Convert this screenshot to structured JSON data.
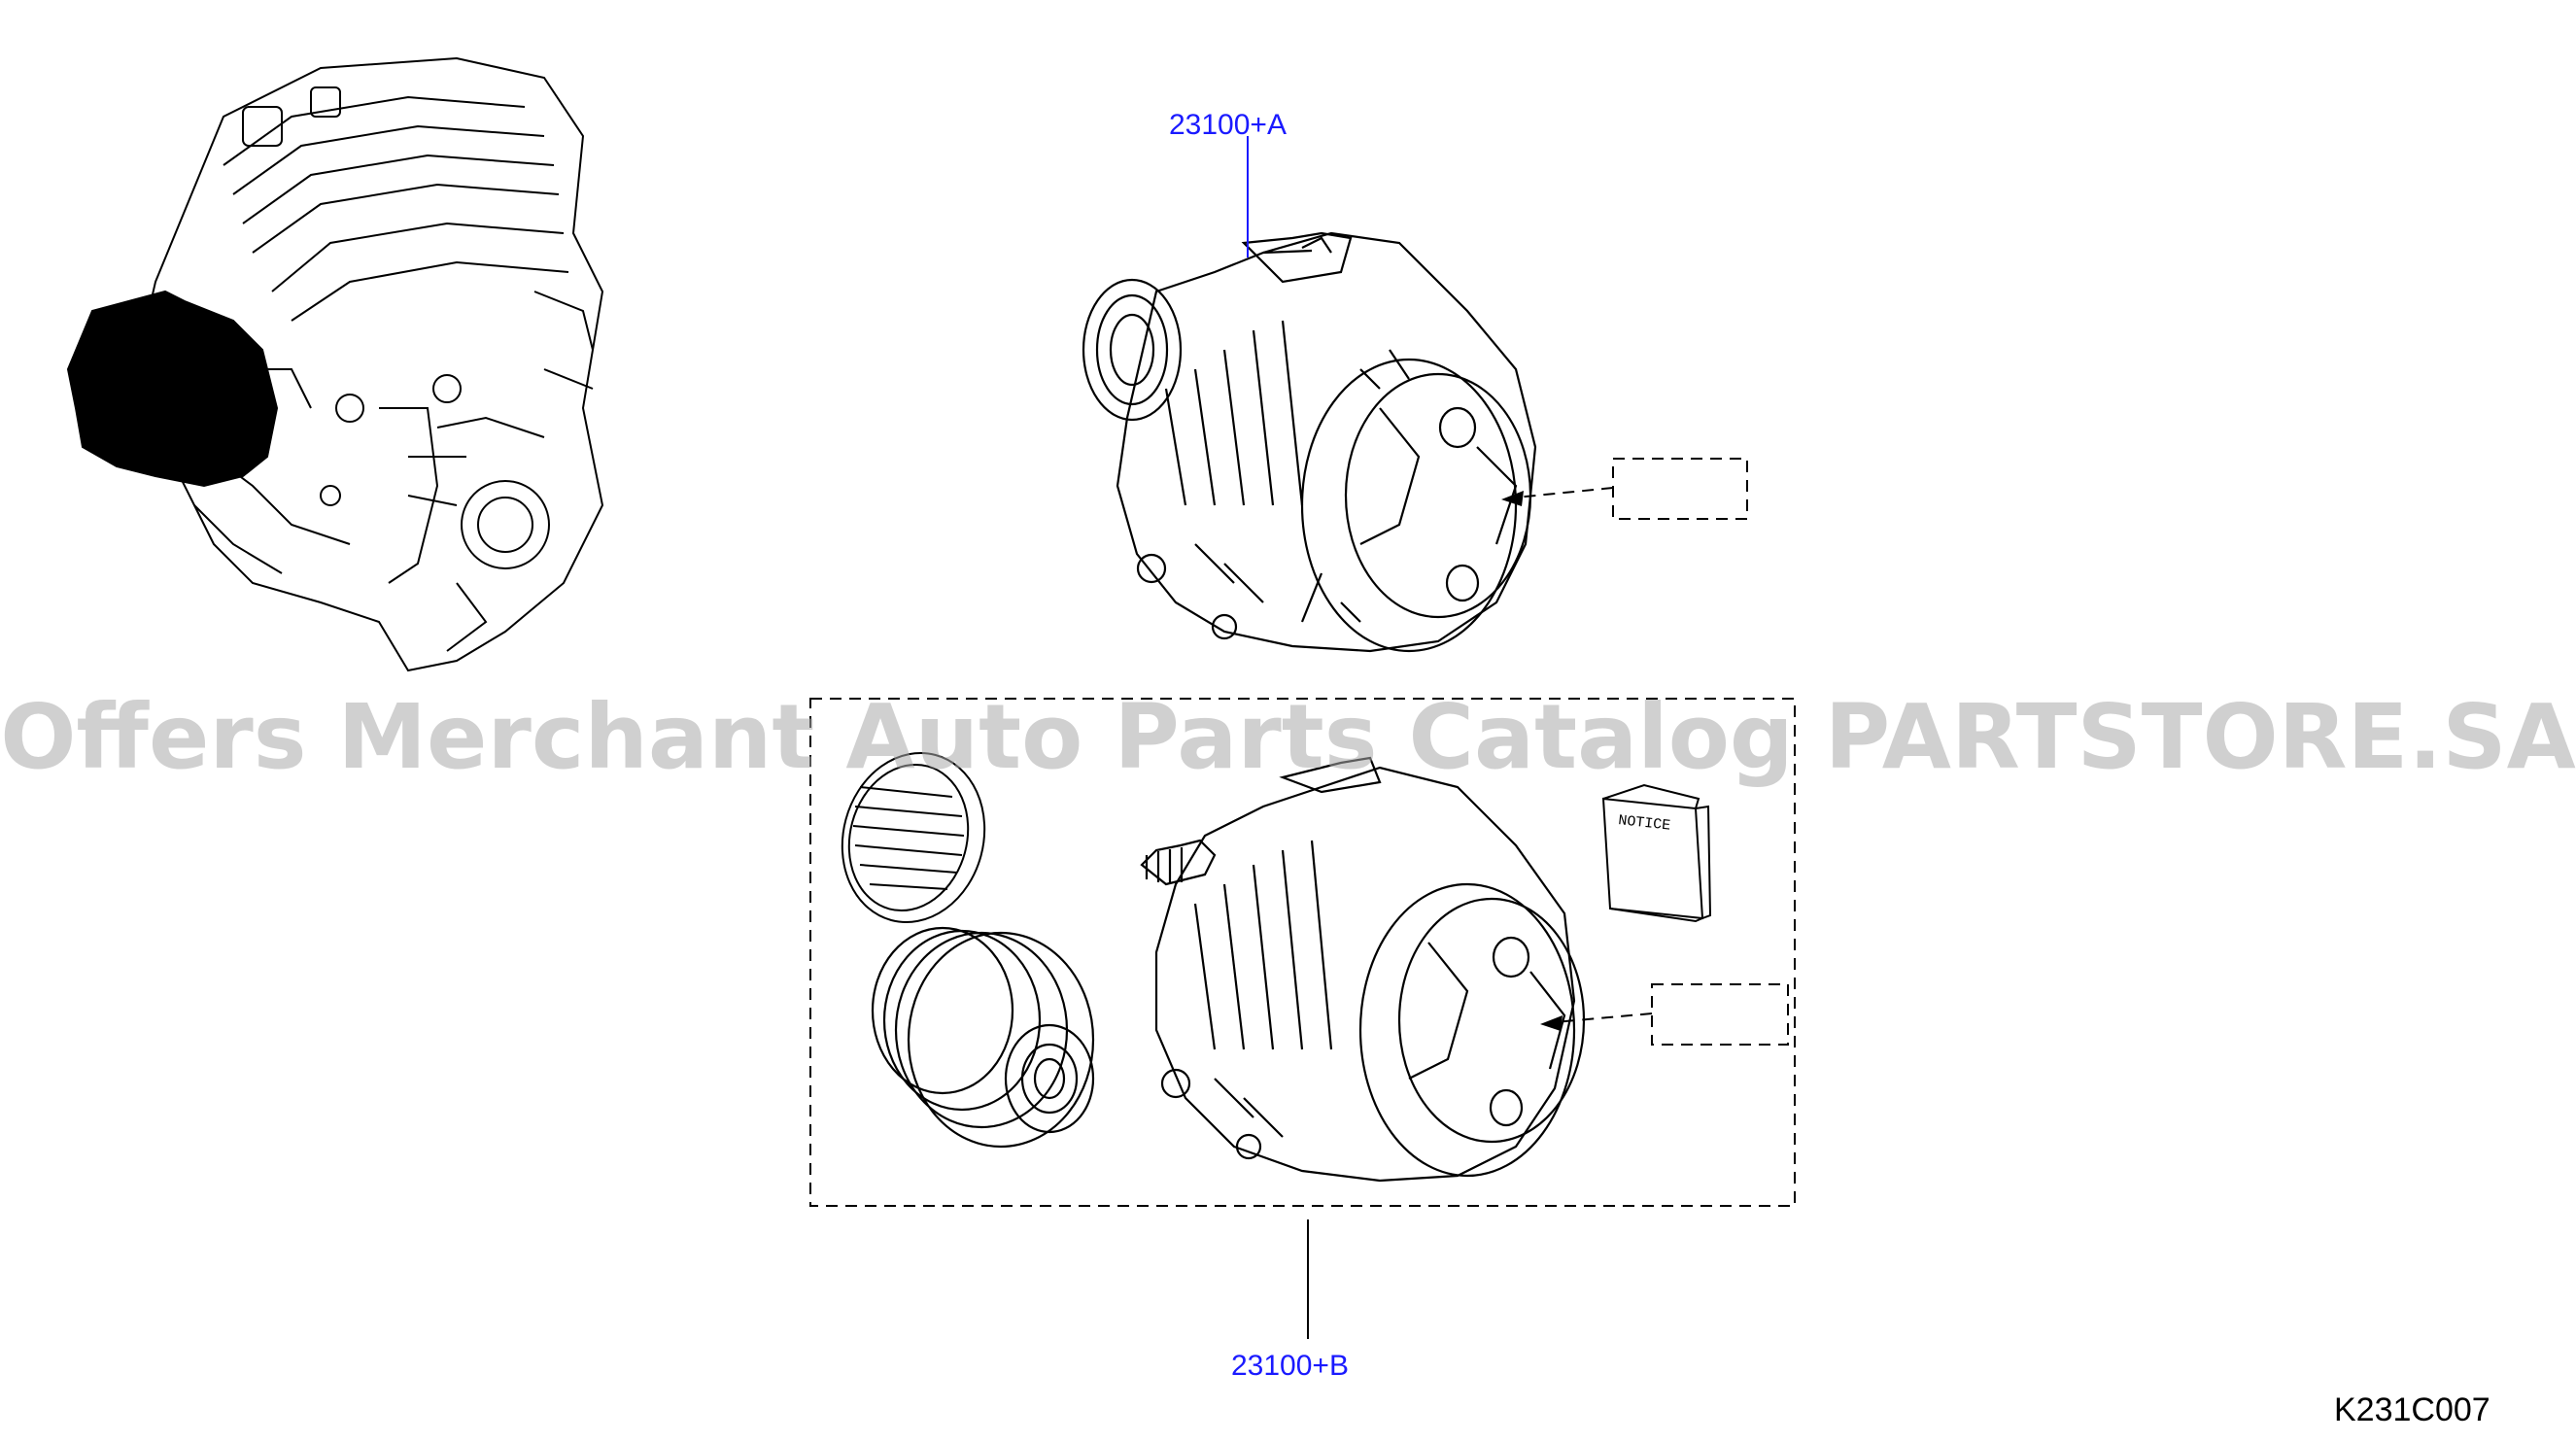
{
  "callouts": {
    "part_a": "23100+A",
    "part_b": "23100+B"
  },
  "notice_label": "NOTICE",
  "diagram_code": "K231C007",
  "watermark": "Offers Merchant Auto Parts Catalog PARTSTORE.SA",
  "colors": {
    "callout": "#1a1aff",
    "line_art": "#000000",
    "watermark": "#aaaaaa"
  }
}
